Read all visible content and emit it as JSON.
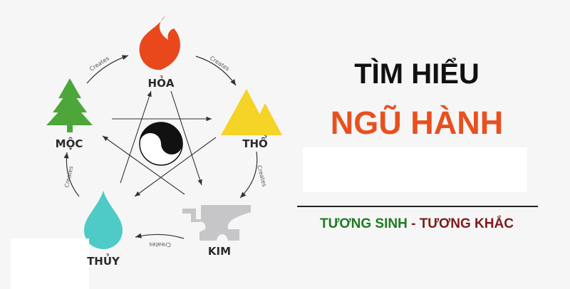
{
  "diagram": {
    "elements": {
      "fire": "HỎA",
      "earth": "THỔ",
      "metal": "KIM",
      "water": "THỦY",
      "wood": "MỘC"
    },
    "cycle_label": "Creates",
    "colors": {
      "fire": "#e8481c",
      "earth": "#f5d327",
      "metal": "#c6c6c8",
      "water": "#4ecbc6",
      "wood": "#4da63a"
    }
  },
  "title": {
    "line1": "TÌM HIỂU",
    "line2": "NGŨ HÀNH"
  },
  "subtitle": {
    "part1": "TƯƠNG SINH",
    "sep": " - ",
    "part2": "TƯƠNG KHẮC"
  }
}
